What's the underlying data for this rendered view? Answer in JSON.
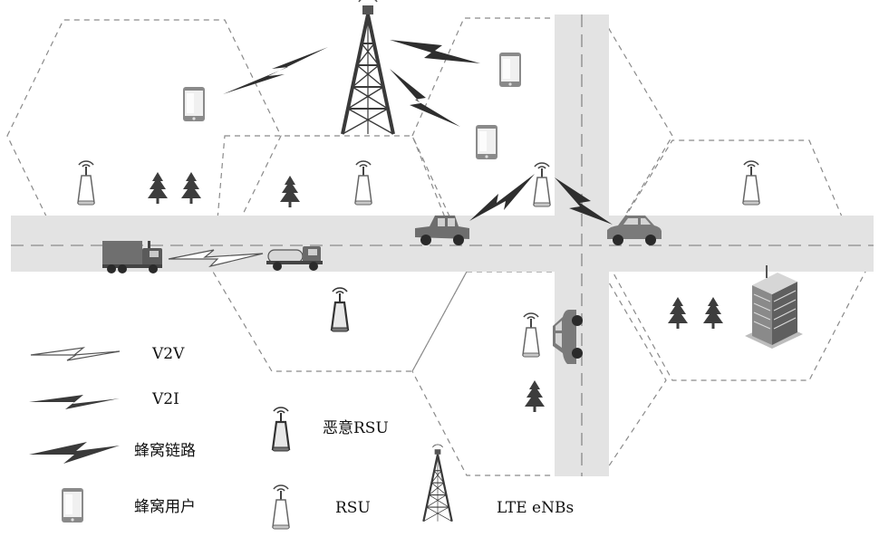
{
  "legend": {
    "v2v": "V2V",
    "v2i": "V2I",
    "cellular_link": "蜂窝链路",
    "cellular_user": "蜂窝用户",
    "malicious_rsu": "恶意RSU",
    "rsu": "RSU",
    "lte_enbs": "LTE eNBs"
  },
  "colors": {
    "road": "#e3e3e3",
    "hex_border": "#8a8a8a",
    "tree": "#3d3d3d",
    "truck_body": "#6f6f6f",
    "car_body": "#7a7a7a",
    "lightning": "#2e2e2e",
    "lightning_light": "#bdbdbd"
  },
  "icons": [
    "tower-icon",
    "rsu-icon",
    "malicious-rsu-icon",
    "phone-icon",
    "tree-icon",
    "truck-icon",
    "car-icon",
    "building-icon",
    "lightning-icon"
  ]
}
